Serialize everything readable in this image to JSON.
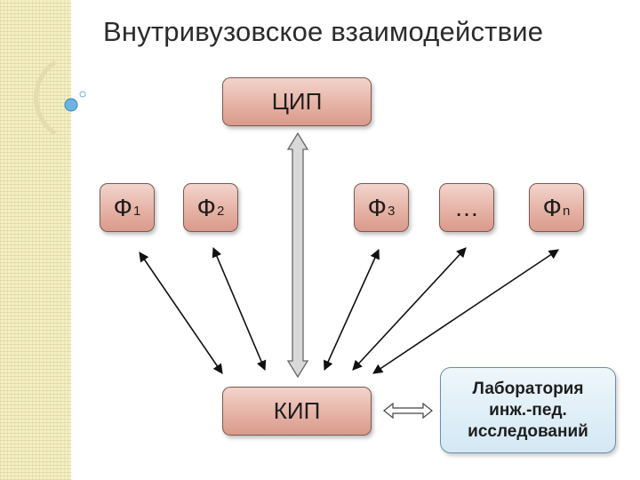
{
  "title": "Внутривузовское взаимодействие",
  "nodes": {
    "cip": "ЦИП",
    "kip": "КИП",
    "f1": {
      "symbol": "Ф",
      "sub": "1"
    },
    "f2": {
      "symbol": "Ф",
      "sub": "2"
    },
    "f3": {
      "symbol": "Ф",
      "sub": "3"
    },
    "fdots": "…",
    "fn": {
      "symbol": "Ф",
      "sub": "n"
    }
  },
  "lab": {
    "line1": "Лаборатория",
    "line2": "инж.-пед.",
    "line3": "исследований"
  },
  "colors": {
    "box_fill": "#e6b3a6",
    "box_border": "#7a5a52",
    "lab_fill": "#d4e8f4",
    "lab_border": "#6a8fa6",
    "strip": "#f4efc6"
  }
}
